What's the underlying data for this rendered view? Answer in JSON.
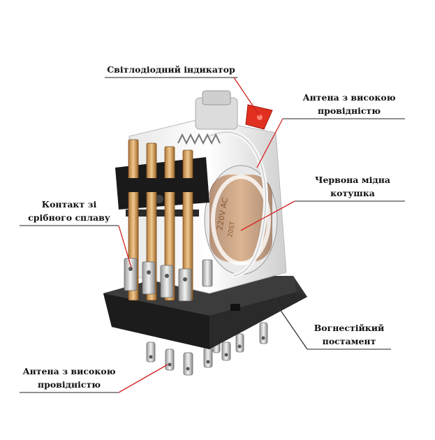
{
  "labels": {
    "led": "Світлодіодний індикатор",
    "antenna_top_1": "Антена з високою",
    "antenna_top_2": "провідністю",
    "coil_1": "Червона мідна",
    "coil_2": "котушка",
    "contact_1": "Контакт зі",
    "contact_2": "срібного сплаву",
    "base_1": "Вогнестійкий",
    "base_2": "постамент",
    "antenna_bottom_1": "Антена з високою",
    "antenna_bottom_2": "провідністю"
  },
  "colors": {
    "leader_red": "#d42020",
    "leader_dark": "#333333",
    "underline": "#222222"
  },
  "coil_markings": [
    "220V AC",
    "20ST"
  ]
}
